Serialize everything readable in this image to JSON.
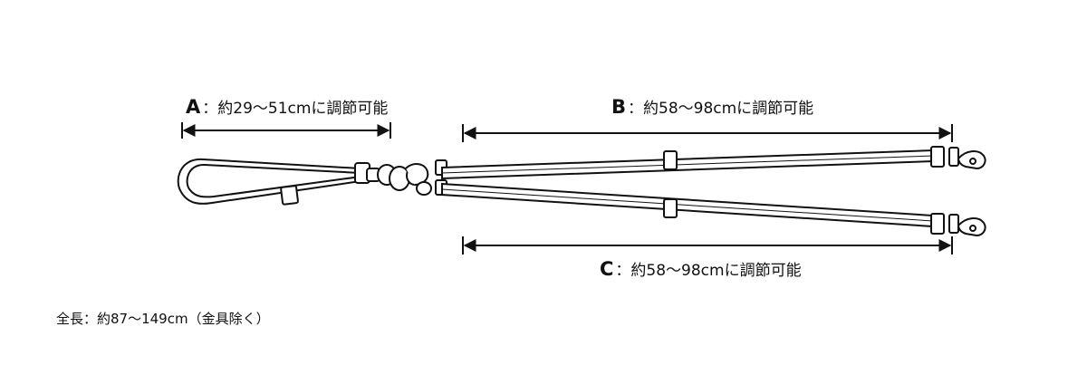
{
  "dimensions": [
    {
      "key": "A",
      "text": "：約29～51cmに調節可能"
    },
    {
      "key": "B",
      "text": "：約58～98cmに調節可能"
    },
    {
      "key": "C",
      "text": "：約58～98cmに調節可能"
    }
  ],
  "total_length": "全長：約87～149cm（金具除く）",
  "colors": {
    "line": "#111111",
    "strap_fill": "#ffffff"
  }
}
